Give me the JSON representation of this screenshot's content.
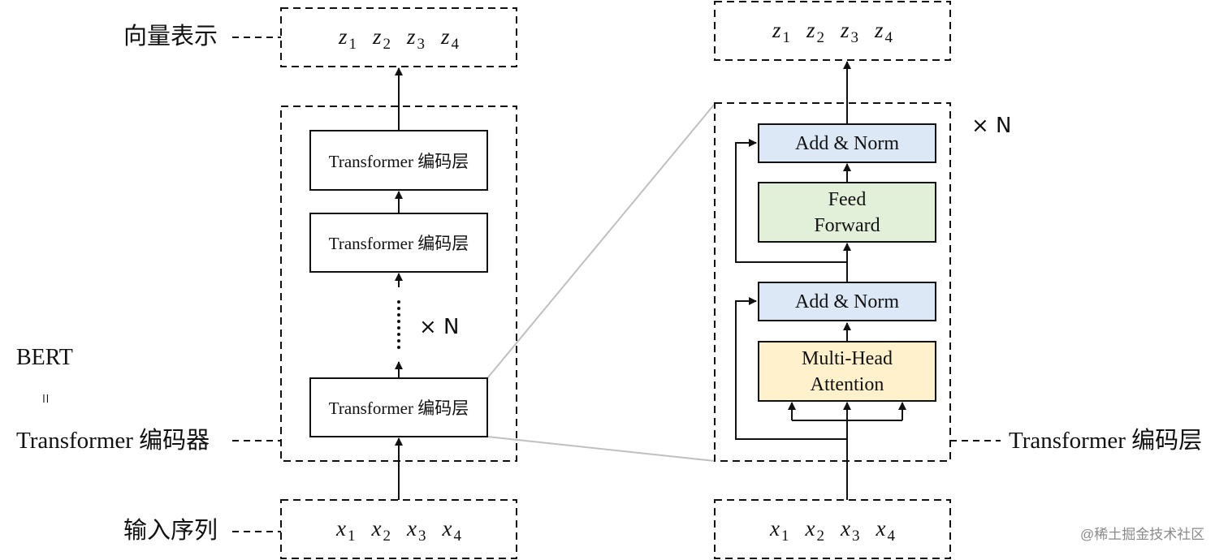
{
  "left": {
    "label_output": "向量表示",
    "label_encoder": "Transformer 编码器",
    "label_input": "输入序列",
    "bert": "BERT",
    "equals": "=",
    "output_tokens": [
      {
        "base": "z",
        "sub": "1"
      },
      {
        "base": "z",
        "sub": "2"
      },
      {
        "base": "z",
        "sub": "3"
      },
      {
        "base": "z",
        "sub": "4"
      }
    ],
    "input_tokens": [
      {
        "base": "x",
        "sub": "1"
      },
      {
        "base": "x",
        "sub": "2"
      },
      {
        "base": "x",
        "sub": "3"
      },
      {
        "base": "x",
        "sub": "4"
      }
    ],
    "layers": [
      "Transformer  编码层",
      "Transformer  编码层",
      "Transformer  编码层"
    ],
    "repeat": "× N"
  },
  "right": {
    "label_layer": "Transformer 编码层",
    "output_tokens": [
      {
        "base": "z",
        "sub": "1"
      },
      {
        "base": "z",
        "sub": "2"
      },
      {
        "base": "z",
        "sub": "3"
      },
      {
        "base": "z",
        "sub": "4"
      }
    ],
    "input_tokens": [
      {
        "base": "x",
        "sub": "1"
      },
      {
        "base": "x",
        "sub": "2"
      },
      {
        "base": "x",
        "sub": "3"
      },
      {
        "base": "x",
        "sub": "4"
      }
    ],
    "add_norm_top": "Add & Norm",
    "feed_forward_line1": "Feed",
    "feed_forward_line2": "Forward",
    "add_norm_bottom": "Add & Norm",
    "mha_line1": "Multi-Head",
    "mha_line2": "Attention",
    "repeat": "× N"
  },
  "watermark": "@稀土掘金技术社区",
  "colors": {
    "add_norm": "#dce8f5",
    "feed_forward": "#e2efd9",
    "attention": "#fff1cc",
    "zoom_lines": "#bfbfbf"
  }
}
